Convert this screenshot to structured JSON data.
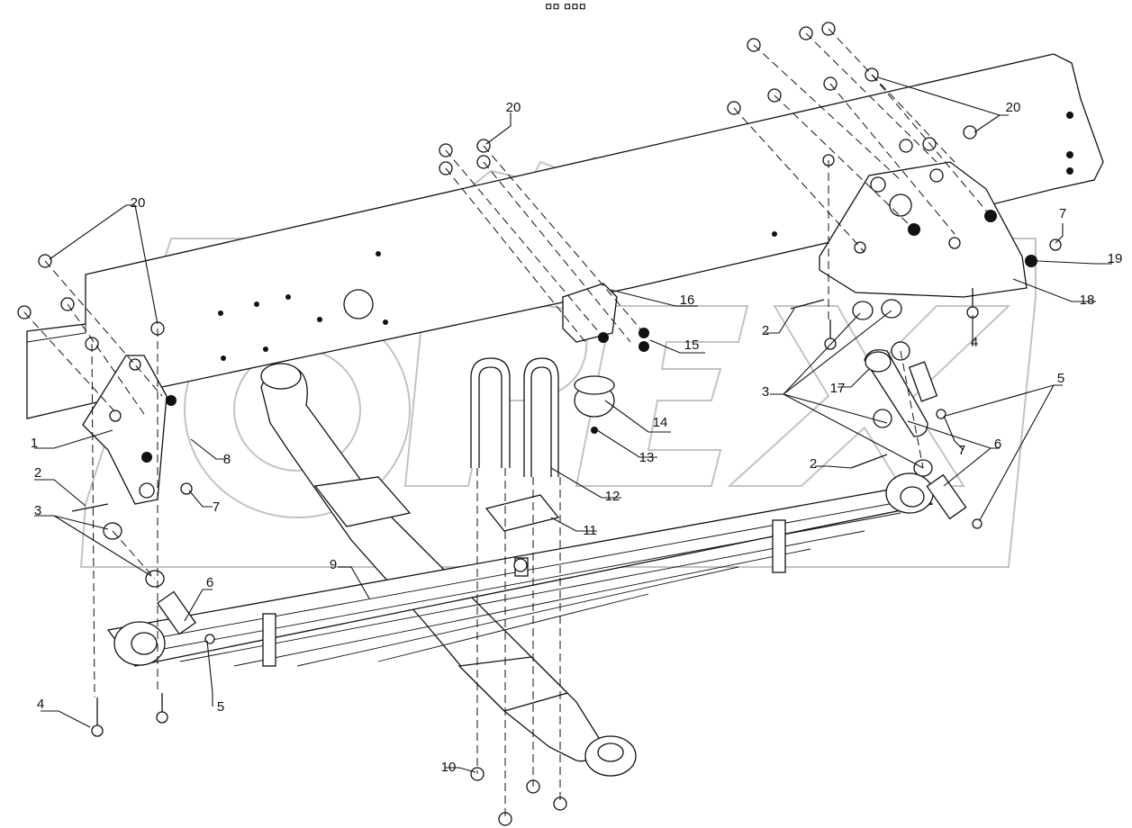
{
  "header": {
    "code": "¤¤ ¤¤¤"
  },
  "watermark": {
    "text": "OREX",
    "reproduced_as_picture": true
  },
  "callouts": [
    {
      "id": "c1",
      "label": "1"
    },
    {
      "id": "c2a",
      "label": "2"
    },
    {
      "id": "c2b",
      "label": "2"
    },
    {
      "id": "c2c",
      "label": "2"
    },
    {
      "id": "c3a",
      "label": "3"
    },
    {
      "id": "c3b",
      "label": "3"
    },
    {
      "id": "c4a",
      "label": "4"
    },
    {
      "id": "c4b",
      "label": "4"
    },
    {
      "id": "c5a",
      "label": "5"
    },
    {
      "id": "c5b",
      "label": "5"
    },
    {
      "id": "c6a",
      "label": "6"
    },
    {
      "id": "c6b",
      "label": "6"
    },
    {
      "id": "c7a",
      "label": "7"
    },
    {
      "id": "c7b",
      "label": "7"
    },
    {
      "id": "c7c",
      "label": "7"
    },
    {
      "id": "c8",
      "label": "8"
    },
    {
      "id": "c9",
      "label": "9"
    },
    {
      "id": "c10",
      "label": "10"
    },
    {
      "id": "c11",
      "label": "11"
    },
    {
      "id": "c12",
      "label": "12"
    },
    {
      "id": "c13",
      "label": "13"
    },
    {
      "id": "c14",
      "label": "14"
    },
    {
      "id": "c15",
      "label": "15"
    },
    {
      "id": "c16",
      "label": "16"
    },
    {
      "id": "c17",
      "label": "17"
    },
    {
      "id": "c18",
      "label": "18"
    },
    {
      "id": "c19",
      "label": "19"
    },
    {
      "id": "c20a",
      "label": "20"
    },
    {
      "id": "c20b",
      "label": "20"
    },
    {
      "id": "c20c",
      "label": "20"
    }
  ]
}
